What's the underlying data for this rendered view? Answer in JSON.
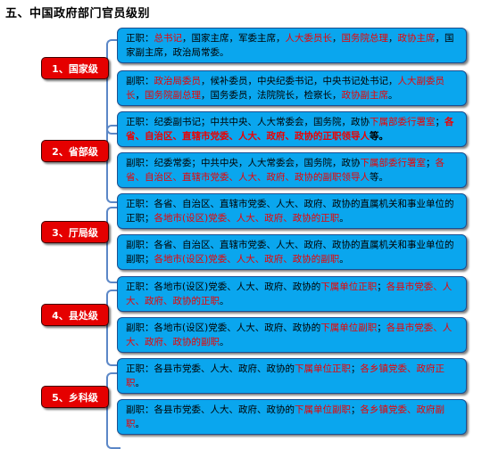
{
  "title": "五、中国政府部门官员级别",
  "levels": [
    {
      "name": "1、国家级",
      "zheng": [
        {
          "t": "正职："
        },
        {
          "t": "总书记",
          "r": true
        },
        {
          "t": "，国家主席，军委主席，"
        },
        {
          "t": "人大委员长",
          "r": true
        },
        {
          "t": "，"
        },
        {
          "t": "国务院总理",
          "r": true
        },
        {
          "t": "，"
        },
        {
          "t": "政协主席",
          "r": true
        },
        {
          "t": "，国家副主席，政治局常委。"
        }
      ],
      "fu": [
        {
          "t": "副职："
        },
        {
          "t": "政治局委员",
          "r": true
        },
        {
          "t": "，候补委员，中央纪委书记，中央书记处书记，"
        },
        {
          "t": "人大副委员长",
          "r": true
        },
        {
          "t": "，"
        },
        {
          "t": "国务院副总理",
          "r": true
        },
        {
          "t": "，国务委员，法院院长，检察长，"
        },
        {
          "t": "政协副主席",
          "r": true
        },
        {
          "t": "。"
        }
      ]
    },
    {
      "name": "2、省部级",
      "zheng": [
        {
          "t": "正职：纪委副书记；中共中央、人大常委会，国务院，政协"
        },
        {
          "t": "下属部委行署室",
          "r": true
        },
        {
          "t": "；"
        },
        {
          "t": "各省、自治区、直辖市党委、人大、政府、政协的正职领导人",
          "r": true,
          "b": true
        },
        {
          "t": "等。",
          "b": true
        }
      ],
      "fu": [
        {
          "t": "副职：纪委常委；中共中央，人大常委会，国务院，政协"
        },
        {
          "t": "下属部委行署室",
          "r": true
        },
        {
          "t": "；"
        },
        {
          "t": "各省、自治区、直辖市党委、人大、政府、政协的副职领导人",
          "r": true
        },
        {
          "t": "等。"
        }
      ]
    },
    {
      "name": "3、厅局级",
      "zheng": [
        {
          "t": "正职：各省、自治区、直辖市党委、人大、政府、政协的直属机关和事业单位的正职；"
        },
        {
          "t": "各地市(设区)党委、人大、政府、政协的正职",
          "r": true
        },
        {
          "t": "。"
        }
      ],
      "fu": [
        {
          "t": "副职：各省、自治区、直辖市党委、人大、政府、政协的直属机关和事业单位的副职；"
        },
        {
          "t": "各地市(设区)党委、人大、政府、政协的副职",
          "r": true
        },
        {
          "t": "。"
        }
      ]
    },
    {
      "name": "4、县处级",
      "zheng": [
        {
          "t": "正职：各地市(设区)党委、人大、政府、政协的"
        },
        {
          "t": "下属单位正职",
          "r": true
        },
        {
          "t": "；"
        },
        {
          "t": "各县市党委、人大、政府、政协的正职",
          "r": true
        },
        {
          "t": "。"
        }
      ],
      "fu": [
        {
          "t": "副职：各地市(设区)党委、人大、政府、政协的"
        },
        {
          "t": "下属单位副职",
          "r": true
        },
        {
          "t": "；"
        },
        {
          "t": "各县市党委、人大、政府、政协的副职",
          "r": true
        },
        {
          "t": "。"
        }
      ]
    },
    {
      "name": "5、乡科级",
      "zheng": [
        {
          "t": "正职：各县市党委、人大、政府、政协的"
        },
        {
          "t": "下属单位正职",
          "r": true
        },
        {
          "t": "；"
        },
        {
          "t": "各乡镇党委、政府正职",
          "r": true
        },
        {
          "t": "。"
        }
      ],
      "fu": [
        {
          "t": "副职：各县市党委、人大、政府、政协的"
        },
        {
          "t": "下属单位副职",
          "r": true
        },
        {
          "t": "；"
        },
        {
          "t": "各乡镇党委、政府副职",
          "r": true
        },
        {
          "t": "。"
        }
      ]
    }
  ]
}
